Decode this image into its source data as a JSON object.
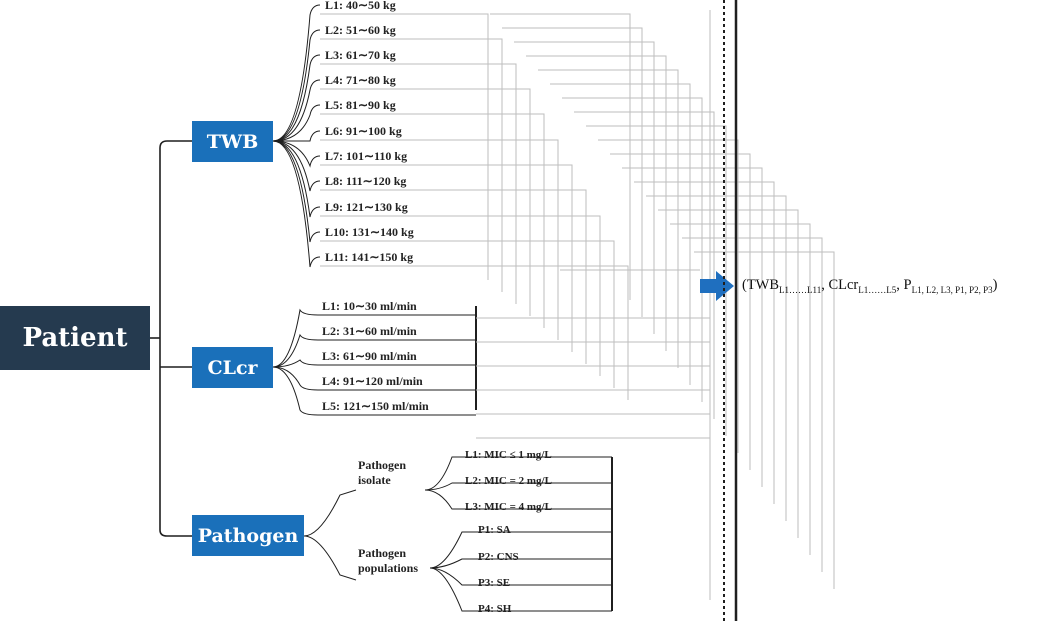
{
  "root": {
    "label": "Patient",
    "color": "#253a4f"
  },
  "categories": {
    "twb": {
      "label": "TWB",
      "color": "#1a70ba",
      "levels": [
        "L1: 40∼50 kg",
        "L2: 51∼60 kg",
        "L3: 61∼70 kg",
        "L4: 71∼80 kg",
        "L5: 81∼90 kg",
        "L6: 91∼100 kg",
        "L7: 101∼110 kg",
        "L8: 111∼120 kg",
        "L9: 121∼130 kg",
        "L10: 131∼140 kg",
        "L11: 141∼150 kg"
      ]
    },
    "clcr": {
      "label": "CLcr",
      "color": "#1a70ba",
      "levels": [
        "L1: 10∼30 ml/min",
        "L2: 31∼60 ml/min",
        "L3: 61∼90 ml/min",
        "L4: 91∼120 ml/min",
        "L5: 121∼150 ml/min"
      ]
    },
    "pathogen": {
      "label": "Pathogen",
      "color": "#1a70ba",
      "isolate": {
        "label": "Pathogen isolate",
        "levels": [
          "L1: MIC ≤ 1 mg/L",
          "L2: MIC = 2 mg/L",
          "L3: MIC = 4 mg/L"
        ]
      },
      "populations": {
        "label": "Pathogen populations",
        "levels": [
          "P1: SA",
          "P2: CNS",
          "P3: SE",
          "P4: SH"
        ]
      }
    }
  },
  "output": {
    "open": "(TWB",
    "twb_sub": "L1……L11",
    "sep1": ", CLcr",
    "clcr_sub": "L1……L5",
    "sep2": ", P",
    "p_sub": "L1, L2, L3, P1, P2, P3",
    "close": ")"
  },
  "colors": {
    "connector": "#1f1f1f",
    "combination_lines": "#bdbdbd",
    "arrow": "#1f6fbf"
  }
}
